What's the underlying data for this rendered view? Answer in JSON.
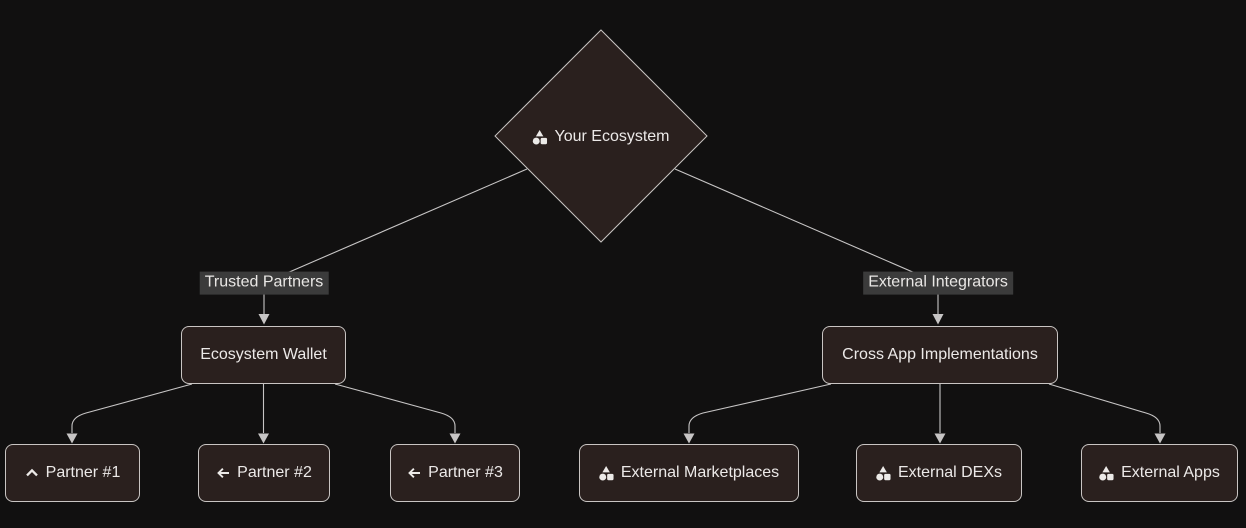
{
  "diagram": {
    "root_node": {
      "label": "Your Ecosystem",
      "icon": "shapes-icon",
      "shape": "diamond"
    },
    "edge_labels": [
      {
        "label": "Trusted Partners"
      },
      {
        "label": "External Integrators"
      }
    ],
    "branch_nodes": [
      {
        "label": "Ecosystem Wallet"
      },
      {
        "label": "Cross App Implementations"
      }
    ],
    "leaf_nodes": [
      {
        "label": "Partner #1",
        "icon": "chevron-up-icon"
      },
      {
        "label": "Partner #2",
        "icon": "arrow-left-icon"
      },
      {
        "label": "Partner #3",
        "icon": "arrow-left-icon"
      },
      {
        "label": "External Marketplaces",
        "icon": "shapes-icon"
      },
      {
        "label": "External DEXs",
        "icon": "shapes-icon"
      },
      {
        "label": "External Apps",
        "icon": "shapes-icon"
      }
    ],
    "colors": {
      "background": "#111010",
      "node_fill": "#2a201e",
      "node_border": "#c9c5c3",
      "edge_line": "#c7c5c5",
      "edge_label_bg": "#3b3b3b",
      "text": "#ece9e8"
    }
  }
}
